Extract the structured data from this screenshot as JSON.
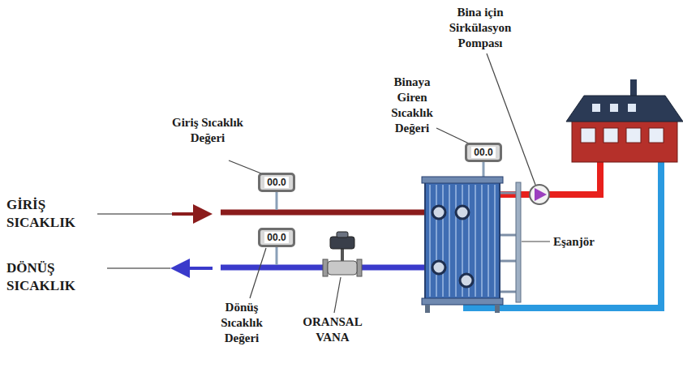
{
  "diagram": {
    "nodes": [
      {
        "text": [
          "00.0"
        ]
      },
      {
        "text": [
          "00.0"
        ]
      },
      {
        "text": [
          "00.0"
        ]
      }
    ],
    "labels": [
      "Bina için Sirkülasyon Pompası",
      "Binaya Giren Sıcaklık Değeri",
      "Giriş Sıcaklık Değeri",
      "GİRİŞ SICAKLIK",
      "Eşanjör",
      "DÖNÜŞ SICAKLIK",
      "Dönüş Sıcaklık Değeri",
      "ORANSAL VANA"
    ]
  }
}
